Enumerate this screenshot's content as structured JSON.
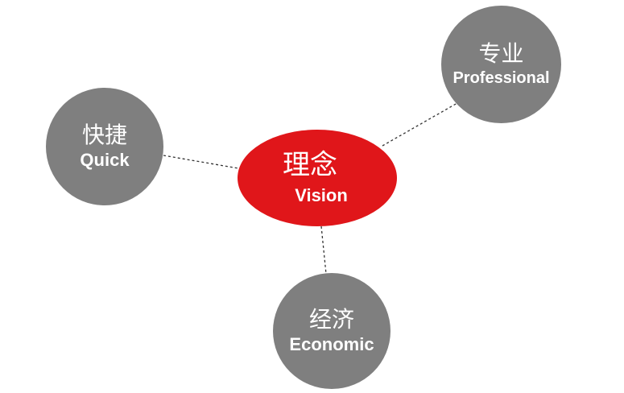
{
  "nodes": {
    "vision": {
      "zh": "理念",
      "en": "Vision"
    },
    "quick": {
      "zh": "快捷",
      "en": "Quick"
    },
    "professional": {
      "zh": "专业",
      "en": "Professional"
    },
    "economic": {
      "zh": "经济",
      "en": "Economic"
    }
  },
  "colors": {
    "center": "#e0161a",
    "satellite": "#7f7f7f",
    "connector": "#333333"
  }
}
